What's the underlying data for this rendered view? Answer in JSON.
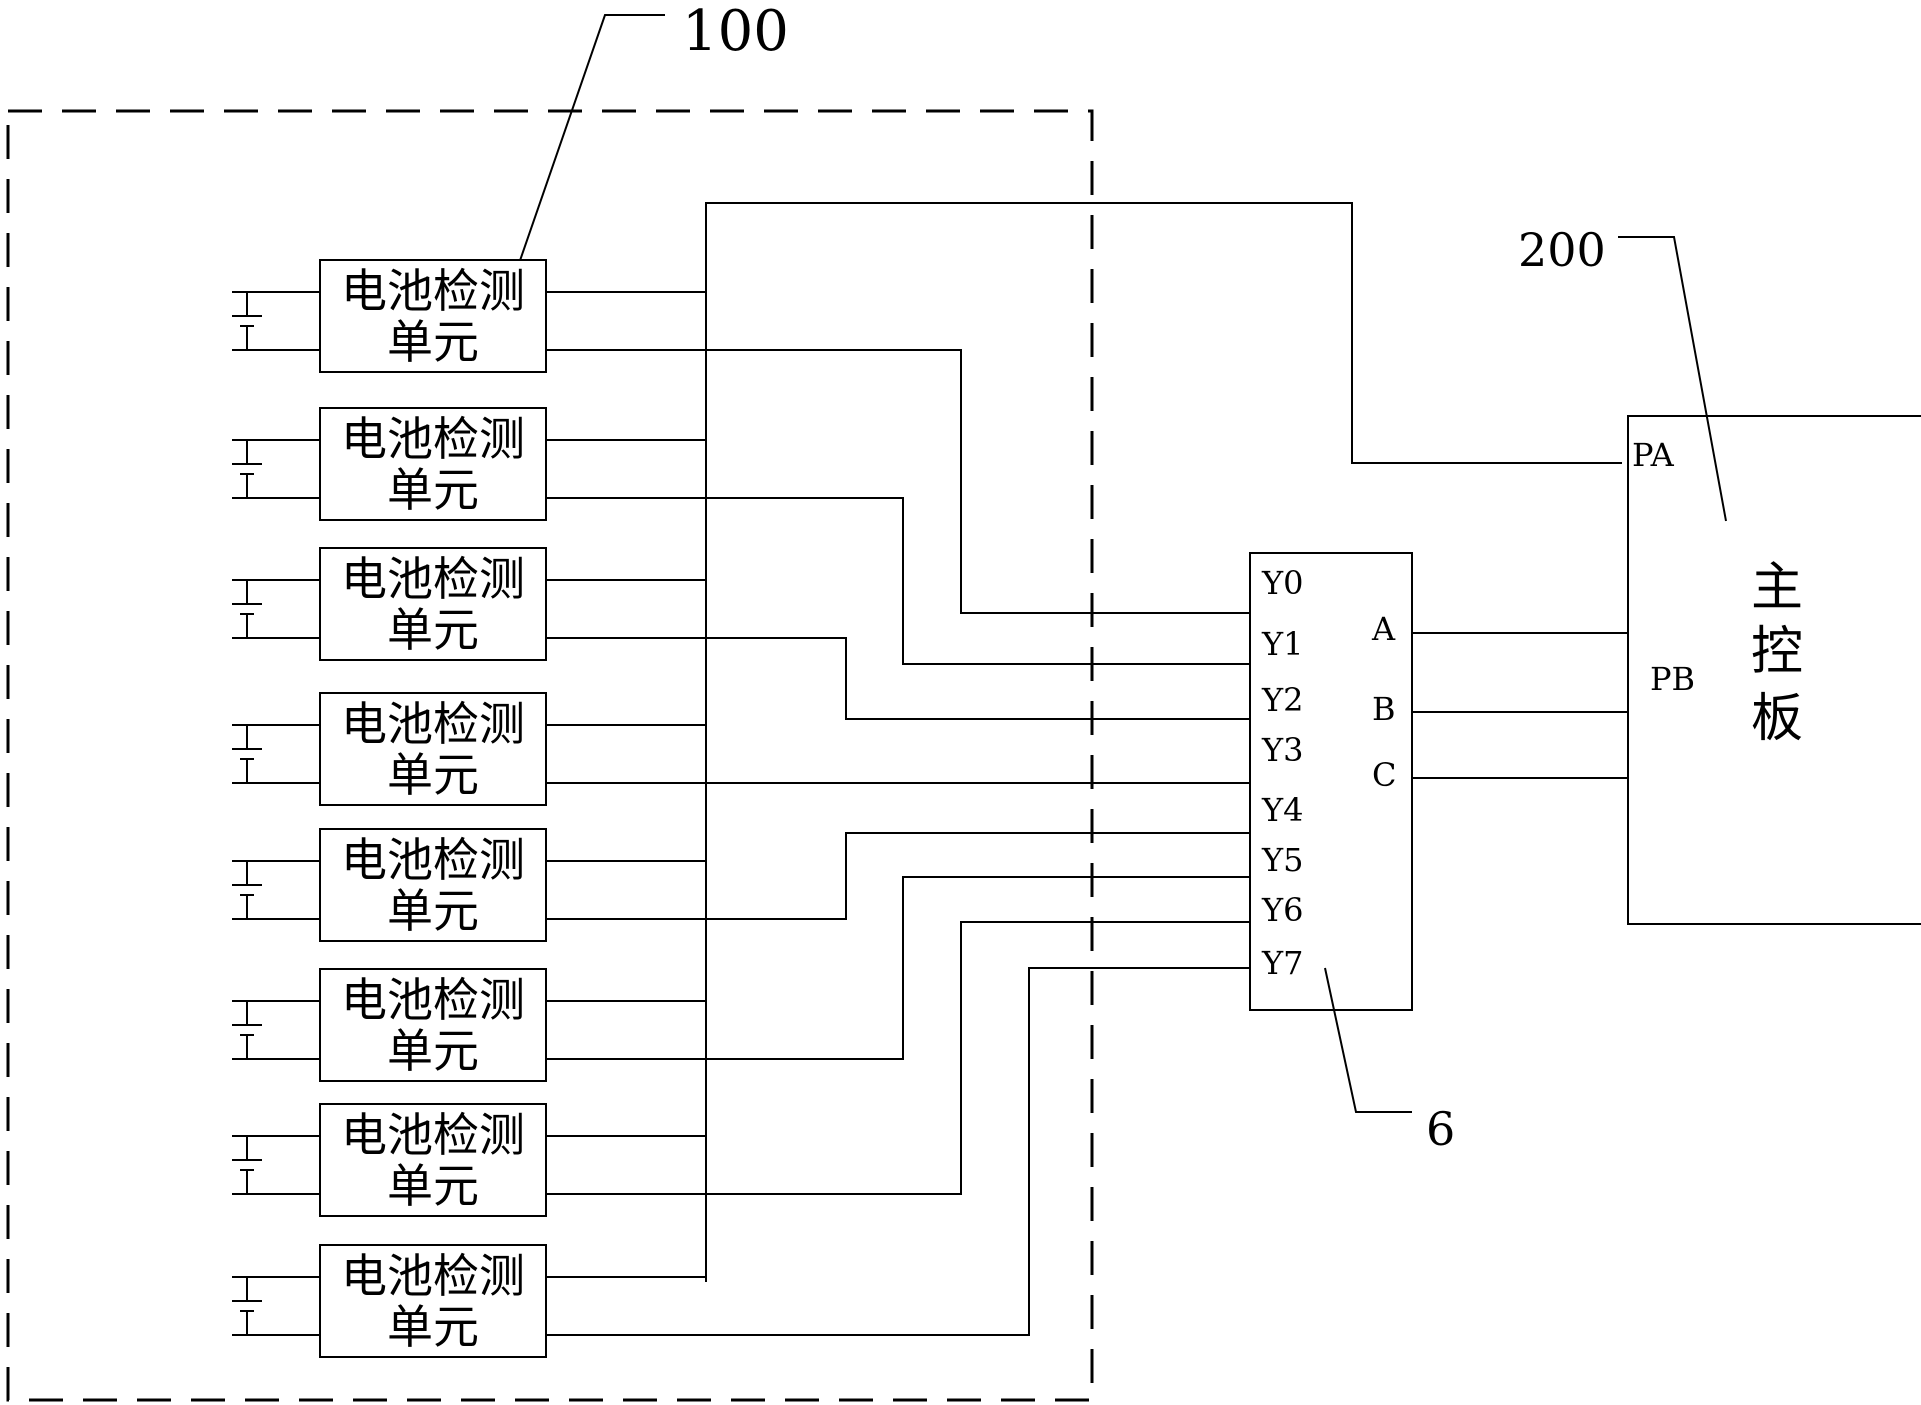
{
  "diagram": {
    "ref_group": "100",
    "ref_main_board": "200",
    "ref_mux": "6",
    "unit": {
      "line1": "电池检测",
      "line2": "单元",
      "count": 8
    },
    "mux": {
      "outputs": [
        "Y0",
        "Y1",
        "Y2",
        "Y3",
        "Y4",
        "Y5",
        "Y6",
        "Y7"
      ],
      "inputs": [
        "A",
        "B",
        "C"
      ]
    },
    "main_board": {
      "title_chars": [
        "主",
        "控",
        "板"
      ],
      "port_a": "PA",
      "port_b": "PB"
    }
  }
}
